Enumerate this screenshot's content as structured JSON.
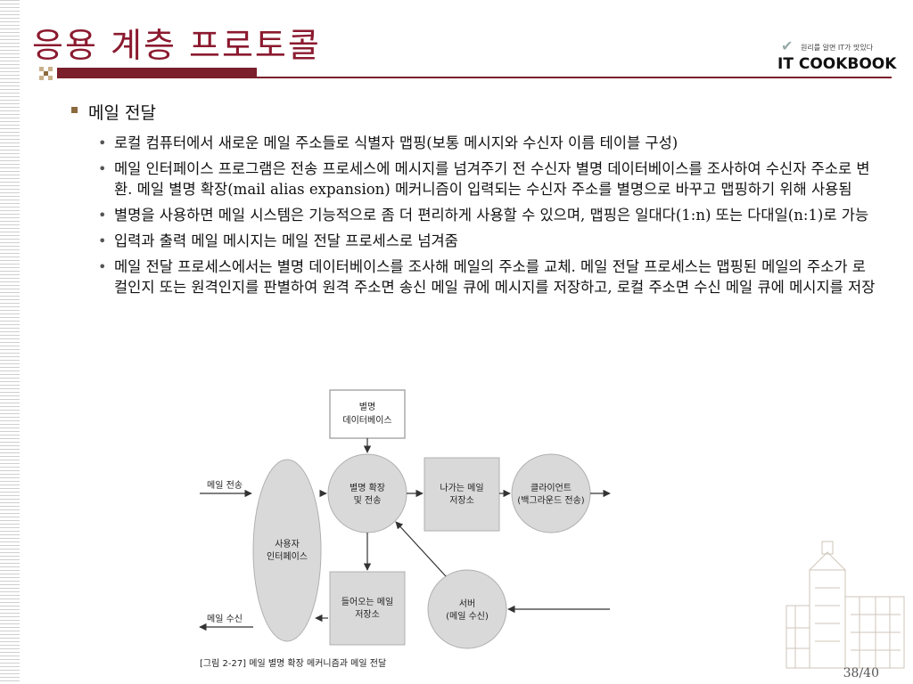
{
  "slide": {
    "title": "응용 계층 프로토콜",
    "page": "38/40"
  },
  "logo": {
    "tagline": "원리를 알면 IT가 맛있다",
    "text": "IT COOKBOOK"
  },
  "content": {
    "heading": "메일 전달",
    "bullets": [
      "로컬 컴퓨터에서 새로운 메일 주소들로 식별자 맵핑(보통 메시지와 수신자 이름 테이블 구성)",
      "메일 인터페이스 프로그램은 전송 프로세스에 메시지를 넘겨주기 전 수신자 별명 데이터베이스를 조사하여 수신자 주소로 변환. 메일 별명 확장(mail alias expansion) 메커니즘이 입력되는 수신자 주소를 별명으로 바꾸고 맵핑하기 위해 사용됨",
      "별명을 사용하면 메일 시스템은 기능적으로 좀 더 편리하게 사용할 수 있으며, 맵핑은 일대다(1:n) 또는 다대일(n:1)로 가능",
      "입력과 출력 메일 메시지는 메일 전달 프로세스로 넘겨줌",
      "메일 전달 프로세스에서는 별명 데이터베이스를 조사해 메일의 주소를 교체. 메일 전달 프로세스는 맵핑된 메일의 주소가 로컬인지 또는 원격인지를 판별하여 원격 주소면 송신 메일 큐에 메시지를 저장하고, 로컬 주소면 수신 메일 큐에 메시지를 저장"
    ]
  },
  "diagram": {
    "alias_db": [
      "별명",
      "데이터베이스"
    ],
    "alias_expand": [
      "별명 확장",
      "및 전송"
    ],
    "outgoing": [
      "나가는 메일",
      "저장소"
    ],
    "client": [
      "클라이언트",
      "(백그라운드 전송)"
    ],
    "user_iface": [
      "사용자",
      "인터페이스"
    ],
    "incoming": [
      "들어오는 메일",
      "저장소"
    ],
    "server": [
      "서버",
      "(메일 수신)"
    ],
    "send_label": "메일 전송",
    "recv_label": "메일 수신",
    "caption": "[그림 2-27] 메일 별명 확장 메커니즘과 메일 전달"
  },
  "colors": {
    "title": "#8b1a2f",
    "accent_bar": "#7a1f2b",
    "shape_fill": "#d9d9d9",
    "shape_stroke": "#b0b0b0"
  }
}
